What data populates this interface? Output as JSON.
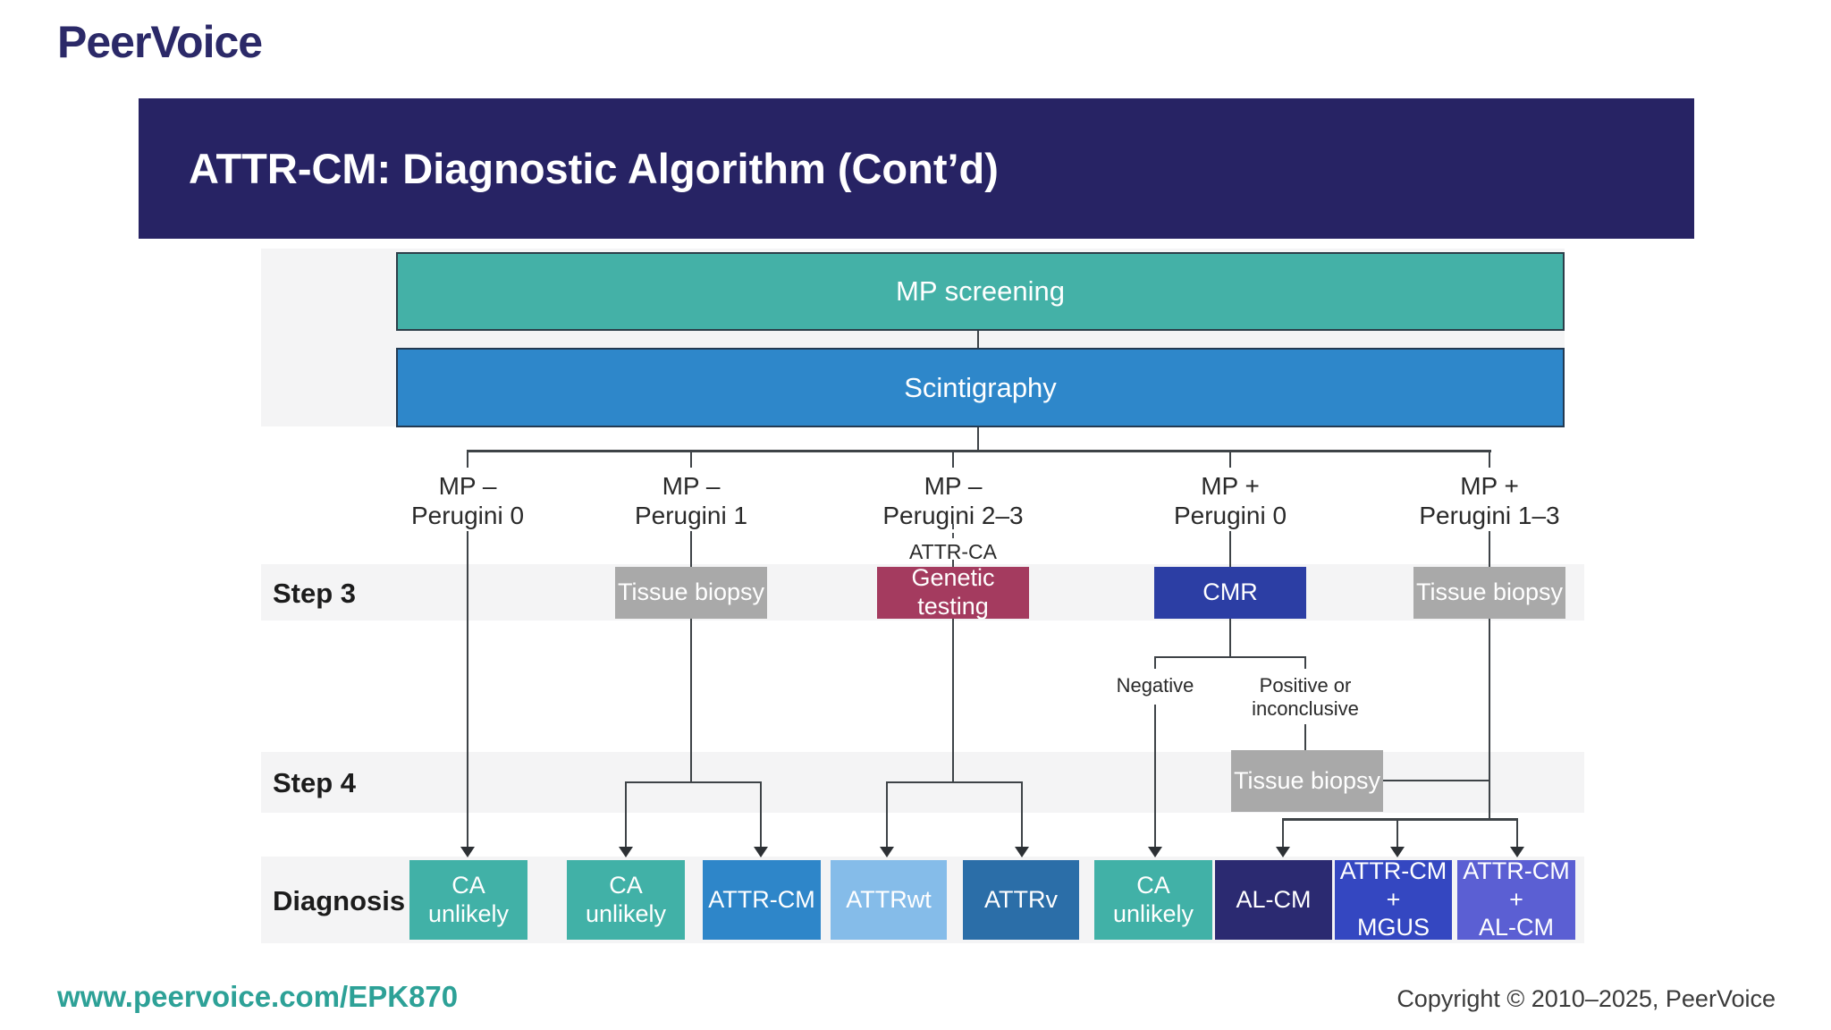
{
  "brand": {
    "logo_text": "PeerVoice"
  },
  "header": {
    "title": "ATTR-CM: Diagnostic Algorithm (Cont’d)"
  },
  "flow": {
    "mp_screening": "MP screening",
    "scintigraphy": "Scintigraphy",
    "branches": [
      {
        "lines": [
          "MP –",
          "Perugini 0"
        ]
      },
      {
        "lines": [
          "MP –",
          "Perugini 1"
        ]
      },
      {
        "lines": [
          "MP –",
          "Perugini 2–3"
        ],
        "annotation": "ATTR-CA"
      },
      {
        "lines": [
          "MP +",
          "Perugini 0"
        ]
      },
      {
        "lines": [
          "MP +",
          "Perugini 1–3"
        ]
      }
    ],
    "rows": {
      "step3": "Step 3",
      "step4": "Step 4",
      "diagnosis": "Diagnosis"
    },
    "step3_boxes": [
      {
        "label": "Tissue biopsy",
        "color": "#a9a9a9"
      },
      {
        "label": "Genetic testing",
        "color": "#a43b5f"
      },
      {
        "label": "CMR",
        "color": "#2c3ea4"
      },
      {
        "label": "Tissue biopsy",
        "color": "#a9a9a9"
      }
    ],
    "cmr_outcomes": {
      "negative": "Negative",
      "positive": "Positive or inconclusive"
    },
    "step4_box": {
      "label": "Tissue biopsy",
      "color": "#a9a9a9"
    },
    "diagnosis_boxes": [
      {
        "lines": [
          "CA",
          "unlikely"
        ],
        "color": "#41b1a7"
      },
      {
        "lines": [
          "CA",
          "unlikely"
        ],
        "color": "#41b1a7"
      },
      {
        "lines": [
          "ATTR-CM"
        ],
        "color": "#2e86c9"
      },
      {
        "lines": [
          "ATTRwt"
        ],
        "color": "#85bce9"
      },
      {
        "lines": [
          "ATTRv"
        ],
        "color": "#2b6ea8"
      },
      {
        "lines": [
          "CA",
          "unlikely"
        ],
        "color": "#41b1a7"
      },
      {
        "lines": [
          "AL-CM"
        ],
        "color": "#2b2a71"
      },
      {
        "lines": [
          "ATTR-CM",
          "+",
          "MGUS"
        ],
        "color": "#3447c1"
      },
      {
        "lines": [
          "ATTR-CM",
          "+",
          "AL-CM"
        ],
        "color": "#5b5fd3"
      }
    ]
  },
  "footer": {
    "url": "www.peervoice.com/EPK870",
    "copyright": "Copyright © 2010–2025, PeerVoice"
  },
  "colors": {
    "header_bg": "#272364",
    "logo": "#2b2968",
    "teal": "#41b1a7",
    "blue": "#2e86c9",
    "gray_box": "#a9a9a9",
    "maroon": "#a43b5f",
    "royal_blue": "#2c3ea4",
    "light_blue": "#85bce9",
    "steel_blue": "#2b6ea8",
    "dark_navy": "#2b2a71",
    "indigo": "#3447c1",
    "purple_blue": "#5b5fd3",
    "band": "#f4f4f5",
    "line": "#3e4347",
    "url_teal": "#2da197"
  }
}
